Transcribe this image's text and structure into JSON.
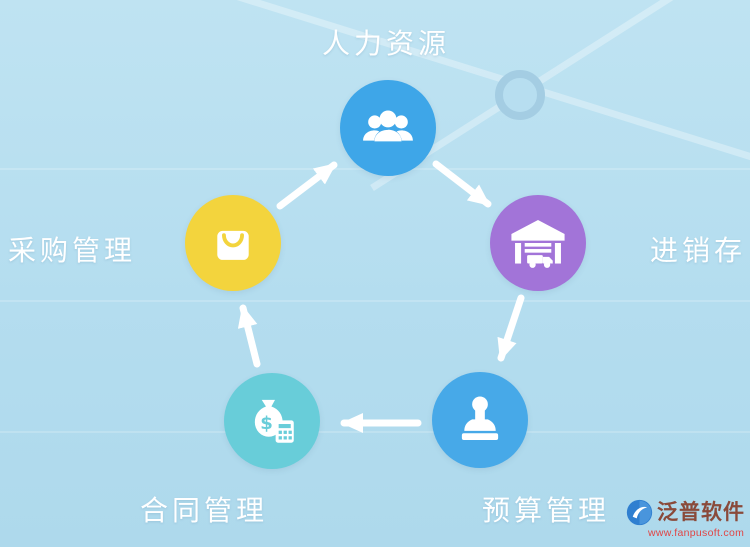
{
  "page": {
    "background_color": "#b7def0"
  },
  "diagram": {
    "nodes": [
      {
        "id": "hr",
        "label": "人力资源",
        "icon": "people-group-icon",
        "color": "#3ea6e8"
      },
      {
        "id": "inventory",
        "label": "进销存",
        "icon": "warehouse-truck-icon",
        "color": "#a274d8"
      },
      {
        "id": "budget",
        "label": "预算管理",
        "icon": "stamp-icon",
        "color": "#47a9e8"
      },
      {
        "id": "contract",
        "label": "合同管理",
        "icon": "money-bag-calculator-icon",
        "color": "#68cdd9"
      },
      {
        "id": "procurement",
        "label": "采购管理",
        "icon": "shopping-bag-icon",
        "color": "#f3d43d"
      }
    ],
    "edges": [
      {
        "from": "采购管理",
        "to": "人力资源"
      },
      {
        "from": "人力资源",
        "to": "进销存"
      },
      {
        "from": "进销存",
        "to": "预算管理"
      },
      {
        "from": "预算管理",
        "to": "合同管理"
      },
      {
        "from": "合同管理",
        "to": "采购管理"
      }
    ],
    "arrow_color": "#ffffff"
  },
  "watermark": {
    "logo": "fanpu-logo-icon",
    "brand": "泛普软件",
    "site": "www.fanpusoft.com",
    "brand_color": "#8a4a3a",
    "site_color": "#e04545"
  }
}
